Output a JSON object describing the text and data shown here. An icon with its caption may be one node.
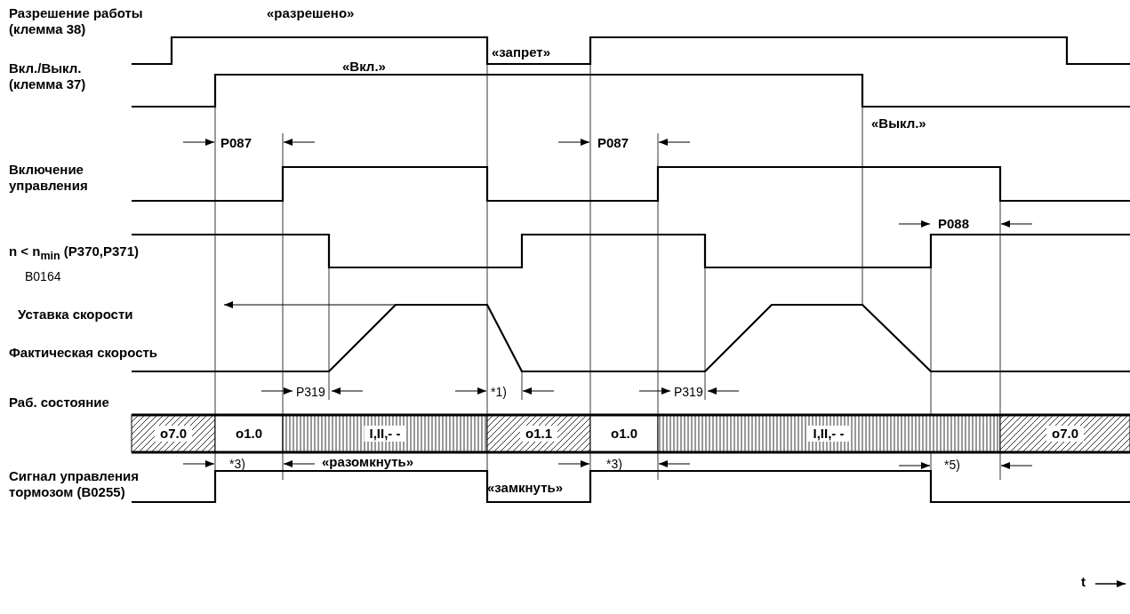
{
  "diagram": {
    "labels": [
      "Разрешение работы (клемма 38)",
      "«разрешено»",
      "«запрет»",
      "Вкл./Выкл. (клемма 37)",
      "«Вкл.»",
      "«Выкл.»",
      "P087",
      "P087",
      "Включение управления",
      "P088",
      "n < n$_{min}$ (P370,P371)",
      "B0164",
      "Уставка скорости",
      "Фактическая скорость",
      "P319",
      "*1)",
      "P319",
      "Раб. состояние",
      "o7.0",
      "o1.0",
      "I,II,- -",
      "o1.1",
      "o1.0",
      "I,II,- -",
      "o7.0",
      "*3)",
      "«разомкнуть»",
      "*3)",
      "*5)",
      "Сигнал управления тормозом (B0255)",
      "«замкнуть»",
      "t"
    ]
  }
}
